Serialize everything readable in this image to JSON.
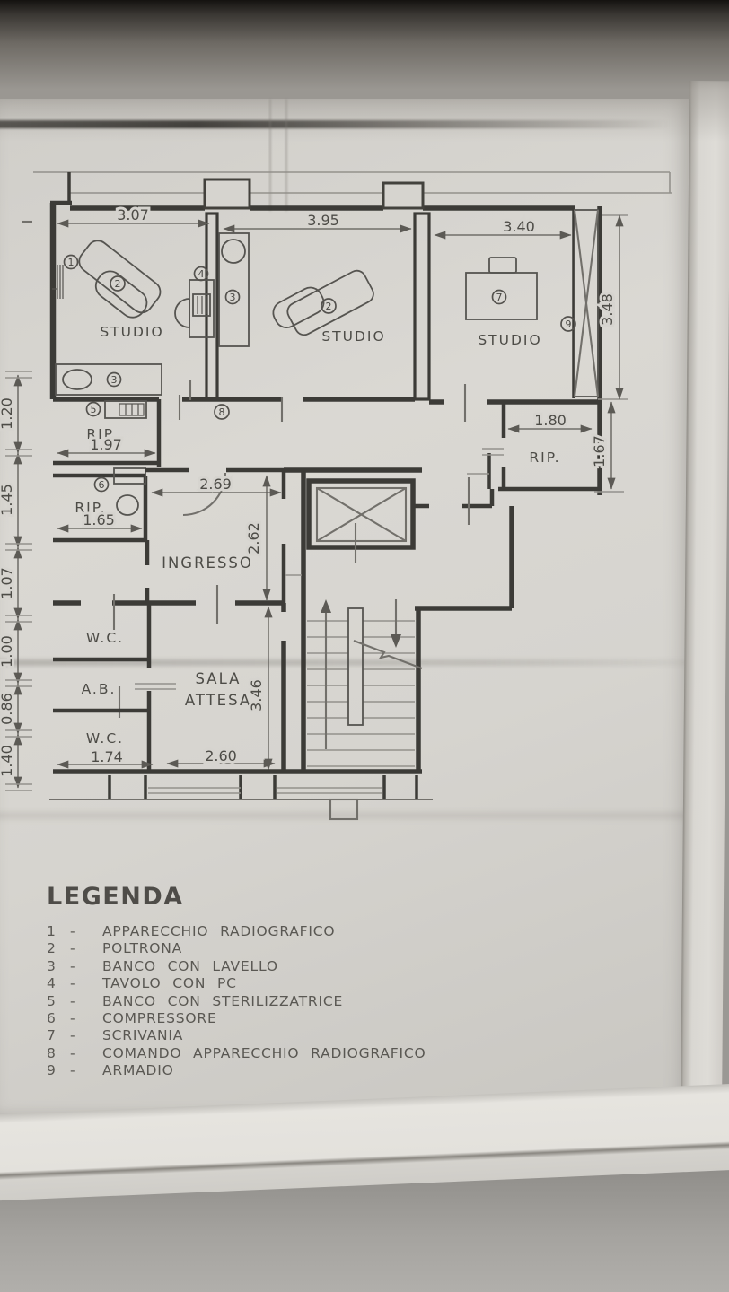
{
  "plan": {
    "room_labels": {
      "studio1": "STUDIO",
      "studio2": "STUDIO",
      "studio3": "STUDIO",
      "rip1": "RIP.",
      "rip2": "RIP.",
      "rip3": "RIP.",
      "ingresso": "INGRESSO",
      "wc1": "W.C.",
      "ab": "A.B.",
      "wc2": "W.C.",
      "sala1": "SALA",
      "sala2": "ATTESA"
    },
    "dimensions": {
      "studio1_w": "3.07",
      "studio2_w": "3.95",
      "studio3_w": "3.40",
      "studios_h": "3.48",
      "rip3_w": "1.80",
      "rip3_h": "1.67",
      "rip1_w": "1.97",
      "rip2_w": "1.65",
      "ingresso_w": "2.69",
      "ingresso_h": "2.62",
      "wc_w": "1.74",
      "sala_w": "2.60",
      "sala_h": "3.46",
      "left_chain": [
        "1.20",
        "1.45",
        "1.07",
        "1.00",
        "0.86",
        "1.40"
      ]
    },
    "markers": {
      "n1": "1",
      "n2": "2",
      "n3": "3",
      "n4": "4",
      "n5": "5",
      "n6": "6",
      "n7": "7",
      "n8": "8",
      "n9": "9"
    }
  },
  "legend": {
    "title": "LEGENDA",
    "sep": "-",
    "items": [
      {
        "num": "1",
        "label": "APPARECCHIO RADIOGRAFICO"
      },
      {
        "num": "2",
        "label": "POLTRONA"
      },
      {
        "num": "3",
        "label": "BANCO CON LAVELLO"
      },
      {
        "num": "4",
        "label": "TAVOLO CON PC"
      },
      {
        "num": "5",
        "label": "BANCO CON STERILIZZATRICE"
      },
      {
        "num": "6",
        "label": "COMPRESSORE"
      },
      {
        "num": "7",
        "label": "SCRIVANIA"
      },
      {
        "num": "8",
        "label": "COMANDO APPARECCHIO RADIOGRAFICO"
      },
      {
        "num": "9",
        "label": "ARMADIO"
      }
    ]
  }
}
